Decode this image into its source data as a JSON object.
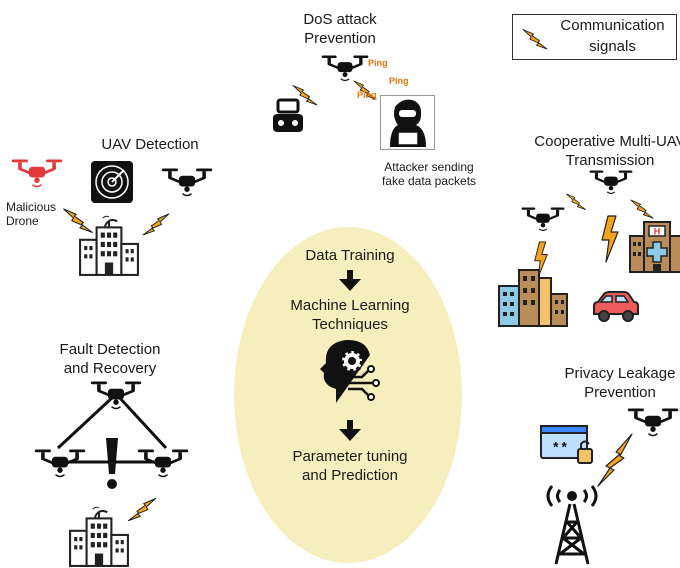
{
  "legend": {
    "label": "Communication signals"
  },
  "center": {
    "step1": "Data Training",
    "step2_line1": "Machine Learning",
    "step2_line2": "Techniques",
    "step3_line1": "Parameter tuning",
    "step3_line2": "and Prediction"
  },
  "dos": {
    "title_line1": "DoS attack",
    "title_line2": "Prevention",
    "ping_labels": [
      "Ping",
      "Ping",
      "Ping"
    ],
    "attacker_line1": "Attacker sending",
    "attacker_line2": "fake data packets"
  },
  "uav_detection": {
    "title": "UAV Detection",
    "malicious_line1": "Malicious",
    "malicious_line2": "Drone"
  },
  "cooperative": {
    "title_line1": "Cooperative Multi-UAV",
    "title_line2": "Transmission"
  },
  "fault": {
    "title_line1": "Fault Detection",
    "title_line2": "and Recovery"
  },
  "privacy": {
    "title_line1": "Privacy Leakage",
    "title_line2": "Prevention",
    "password_mask": "**"
  },
  "colors": {
    "ellipse": "#f6eebc",
    "lightning": "#f6a21b",
    "malicious": "#e5383b",
    "ping": "#e8710a",
    "building": "#b98d5a",
    "car": "#ef5b5b"
  }
}
